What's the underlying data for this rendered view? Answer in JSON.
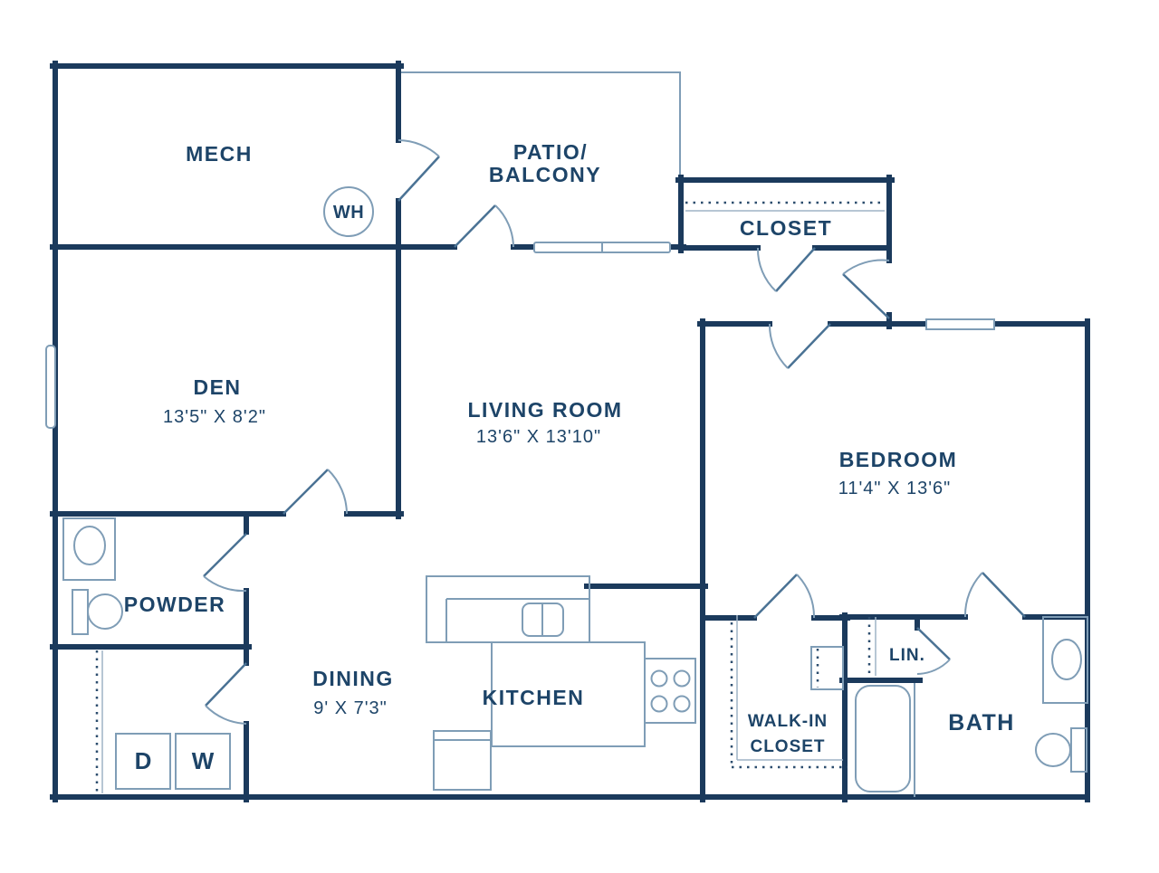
{
  "colors": {
    "wall": "#1b3a5c",
    "accent_line": "#7f9db6",
    "door_leaf": "#4a7294",
    "text": "#1d4468",
    "background": "#ffffff"
  },
  "rooms": {
    "mech": {
      "label": "MECH"
    },
    "patio": {
      "line1": "PATIO/",
      "line2": "BALCONY"
    },
    "entry_closet": {
      "label": "CLOSET"
    },
    "den": {
      "label": "DEN",
      "dims": "13'5\" X 8'2\""
    },
    "living_room": {
      "label": "LIVING ROOM",
      "dims": "13'6\" X 13'10\""
    },
    "bedroom": {
      "label": "BEDROOM",
      "dims": "11'4\" X 13'6\""
    },
    "powder": {
      "label": "POWDER"
    },
    "dining": {
      "label": "DINING",
      "dims": "9' X 7'3\""
    },
    "kitchen": {
      "label": "KITCHEN"
    },
    "walk_in_closet": {
      "line1": "WALK-IN",
      "line2": "CLOSET"
    },
    "linen": {
      "label": "LIN."
    },
    "bath": {
      "label": "BATH"
    }
  },
  "appliances": {
    "water_heater": "WH",
    "dryer": "D",
    "washer": "W"
  }
}
